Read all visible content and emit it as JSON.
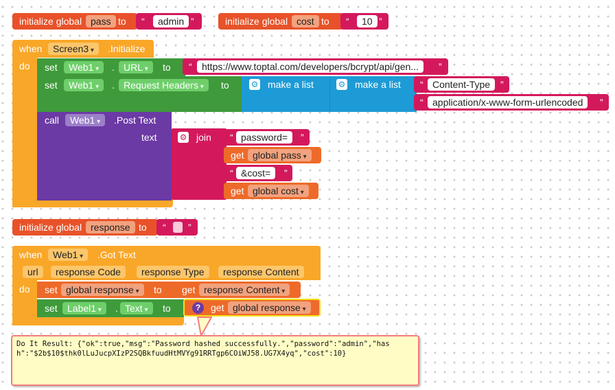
{
  "blocks": {
    "init_pass": {
      "label": "initialize global",
      "name": "pass",
      "to": "to",
      "value": "admin"
    },
    "init_cost": {
      "label": "initialize global",
      "name": "cost",
      "to": "to",
      "value": "10"
    },
    "screen_init": {
      "when": "when",
      "component": "Screen3",
      "event": ".Initialize",
      "do": "do"
    },
    "set_url": {
      "set": "set",
      "component": "Web1",
      "property": "URL",
      "to": "to",
      "value": "https://www.toptal.com/developers/bcrypt/api/gen..."
    },
    "set_headers": {
      "set": "set",
      "component": "Web1",
      "property": "Request Headers",
      "to": "to",
      "make_list": "make a list",
      "item1": "Content-Type",
      "item2": "application/x-www-form-urlencoded"
    },
    "call_post": {
      "call": "call",
      "component": "Web1",
      "method": ".Post Text",
      "text": "text",
      "join": "join",
      "s1": "password=",
      "get1": "get",
      "v1": "global pass",
      "s2": "&cost=",
      "get2": "get",
      "v2": "global cost"
    },
    "init_response": {
      "label": "initialize global",
      "name": "response",
      "to": "to"
    },
    "got_text": {
      "when": "when",
      "component": "Web1",
      "event": ".Got Text",
      "params": [
        "url",
        "response Code",
        "response Type",
        "response Content"
      ],
      "do": "do",
      "set1": {
        "set": "set",
        "var": "global response",
        "to": "to",
        "get": "get",
        "value": "response Content"
      },
      "set2": {
        "set": "set",
        "component": "Label1",
        "property": "Text",
        "to": "to",
        "get": "get",
        "value": "global response"
      }
    }
  },
  "result": {
    "text": "Do It Result: {\"ok\":true,\"msg\":\"Password hashed successfully.\",\"password\":\"admin\",\"hash\":\"$2b$10$thk0lLuJucpXIzP2SQBkfuudHtMVYg91RRTgp6COiWJ58.UG7X4yq\",\"cost\":10}"
  },
  "colors": {
    "variable": "#ee6a29",
    "event": "#f9a728",
    "setter": "#3f9a3b",
    "method": "#6b3aa5",
    "text": "#d3195c",
    "list": "#1d9bd6"
  }
}
